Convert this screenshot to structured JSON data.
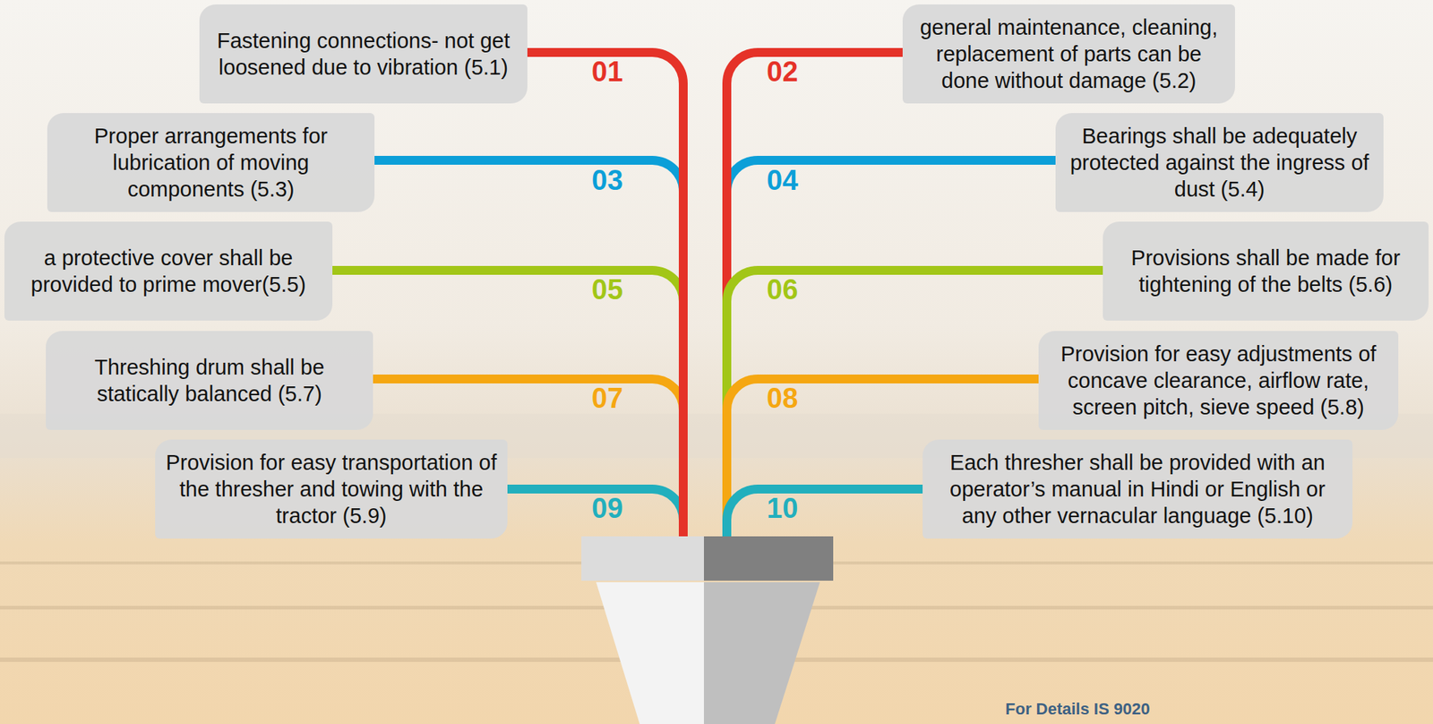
{
  "diagram": {
    "nodes": [
      {
        "text": [
          "Fastening connections- not get loosened due to vibration (5.1)"
        ]
      },
      {
        "text": [
          "general maintenance, cleaning, replacement of parts can be done without damage (5.2)"
        ]
      },
      {
        "text": [
          "Proper arrangements for lubrication of moving components (5.3)"
        ]
      },
      {
        "text": [
          "Bearings shall be adequately protected against the ingress of dust (5.4)"
        ]
      },
      {
        "text": [
          "a protective cover shall be provided to prime mover(5.5)"
        ]
      },
      {
        "text": [
          "Provisions shall be made for tightening of the belts (5.6)"
        ]
      },
      {
        "text": [
          "Threshing drum shall be statically balanced (5.7)"
        ]
      },
      {
        "text": [
          "Provision for easy adjustments of concave clearance, airflow rate, screen pitch, sieve speed (5.8)"
        ]
      },
      {
        "text": [
          "Provision for easy transportation of the thresher and towing with the tractor (5.9)"
        ]
      },
      {
        "text": [
          "Each thresher shall be provided with an operator’s manual in Hindi or English or any other vernacular language (5.10)"
        ]
      }
    ],
    "labels": [
      "01",
      "02",
      "03",
      "04",
      "05",
      "06",
      "07",
      "08",
      "09",
      "10",
      "For Details IS 9020"
    ]
  }
}
